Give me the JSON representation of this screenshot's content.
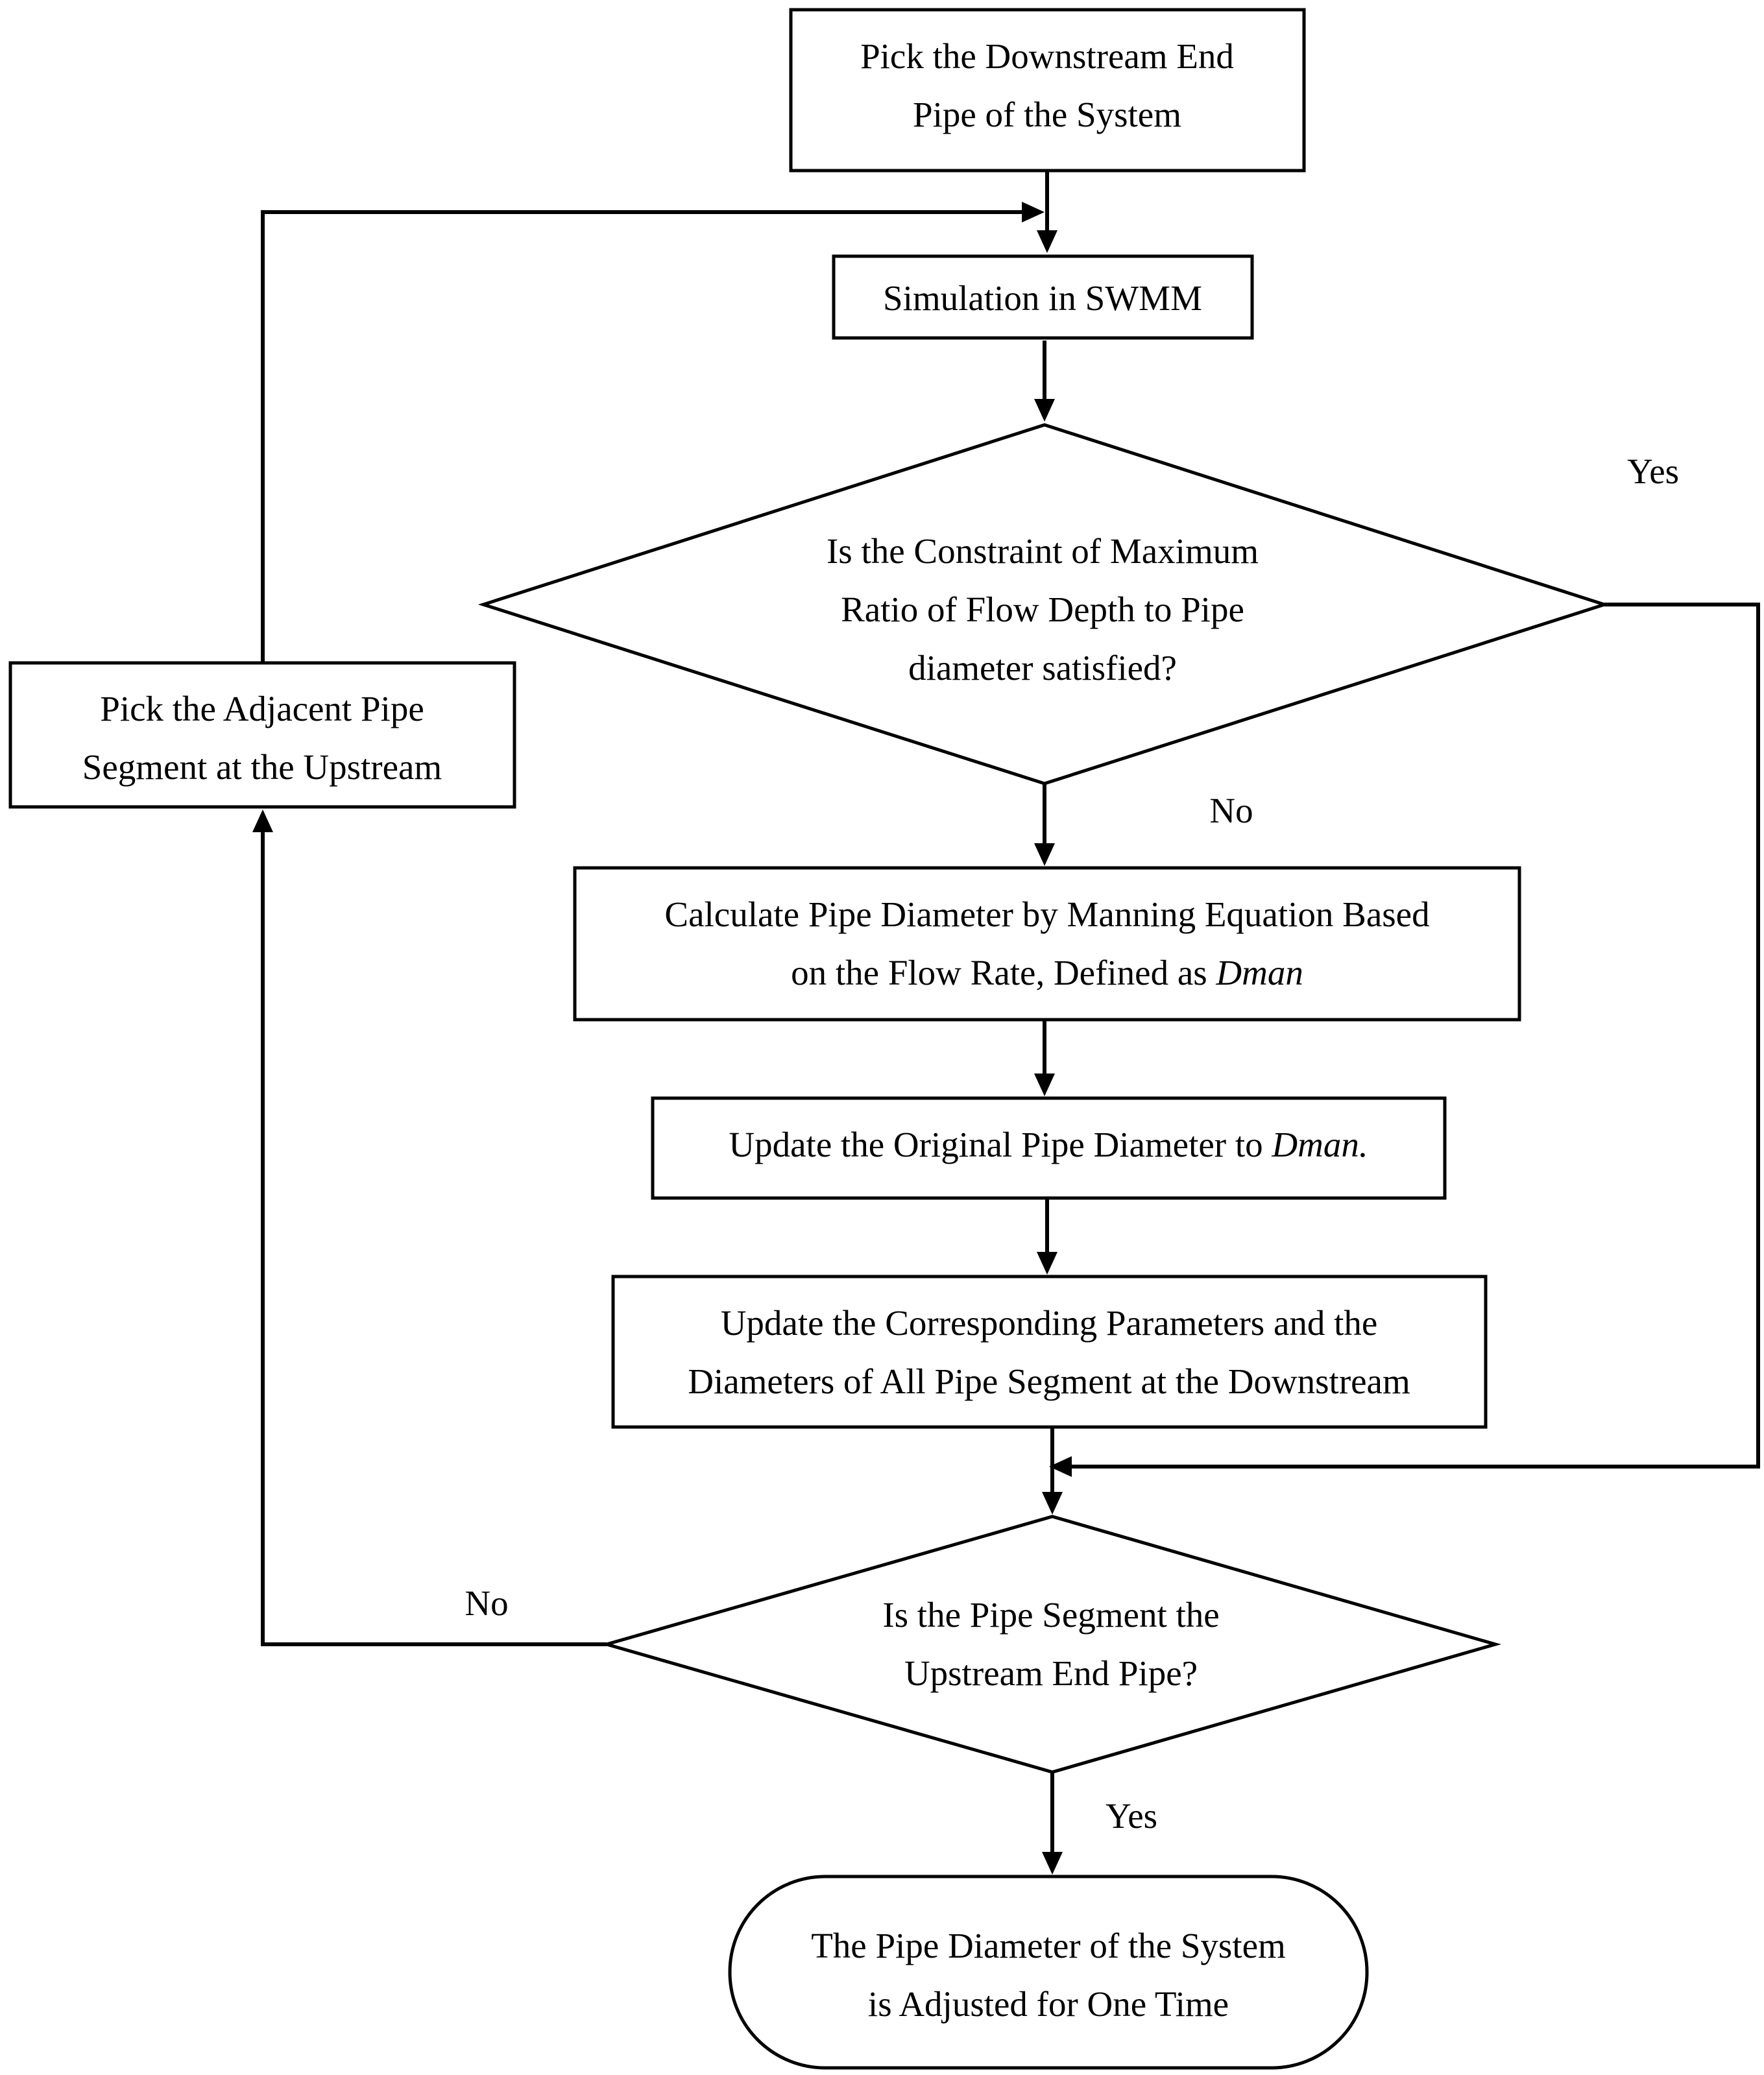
{
  "nodes": {
    "start": {
      "line1": "Pick the Downstream End",
      "line2": "Pipe of the System"
    },
    "simulation": {
      "line1": "Simulation in SWMM"
    },
    "decision1": {
      "line1": "Is the Constraint of Maximum",
      "line2": "Ratio of Flow Depth to Pipe",
      "line3": "diameter satisfied?"
    },
    "calculate": {
      "line1": "Calculate Pipe Diameter by Manning Equation Based",
      "line2": "on the Flow Rate, Defined as ",
      "line2_italic": "Dman"
    },
    "update_original": {
      "line1": "Update the Original Pipe Diameter to ",
      "line1_italic": "Dman."
    },
    "update_params": {
      "line1": "Update the Corresponding Parameters and the",
      "line2": "Diameters of All Pipe Segment at the Downstream"
    },
    "decision2": {
      "line1": "Is the Pipe Segment the",
      "line2": "Upstream End Pipe?"
    },
    "adjacent": {
      "line1": "Pick the Adjacent Pipe",
      "line2": "Segment at the Upstream"
    },
    "end": {
      "line1": "The Pipe Diameter of the System",
      "line2": "is Adjusted for One Time"
    }
  },
  "edge_labels": {
    "decision1_yes": "Yes",
    "decision1_no": "No",
    "decision2_no": "No",
    "decision2_yes": "Yes"
  }
}
